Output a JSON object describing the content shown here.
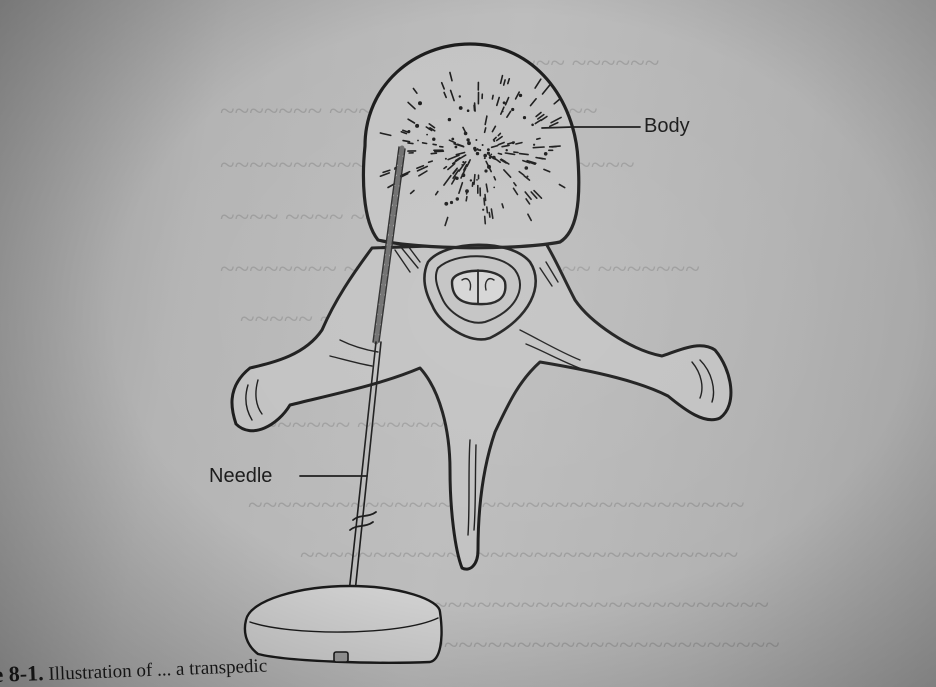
{
  "labels": {
    "body": "Body",
    "needle": "Needle"
  },
  "caption": {
    "figure_number": "e 8-1.",
    "text": "Illustration of ... a transpedic"
  },
  "colors": {
    "paper": "#b8b8b8",
    "ink": "#1b1b1b",
    "bone_fill": "#c2c2c2"
  }
}
